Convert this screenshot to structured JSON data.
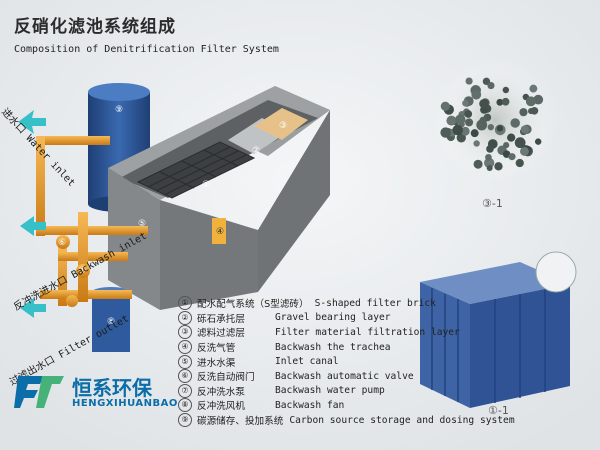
{
  "title_cn": "反硝化滤池系统组成",
  "title_en": "Composition of Denitrification Filter System",
  "callouts": {
    "pipe_top_cn": "进水口",
    "pipe_top_en": "Water inlet",
    "backwash_inlet_cn": "反冲洗进水口",
    "backwash_inlet_en": "Backwash inlet",
    "filter_outlet_cn": "过滤出水口",
    "filter_outlet_en": "Filter outlet"
  },
  "diagram_numbers": [
    "①",
    "②",
    "③",
    "④",
    "⑤",
    "⑥",
    "⑦",
    "⑧",
    "⑨"
  ],
  "legend": [
    {
      "num": "①",
      "cn": "配水配气系统（S型滤砖）",
      "en": "S-shaped filter brick"
    },
    {
      "num": "②",
      "cn": "砾石承托层",
      "en": "Gravel bearing layer"
    },
    {
      "num": "③",
      "cn": "滤料过滤层",
      "en": "Filter material filtration layer"
    },
    {
      "num": "④",
      "cn": "反洗气管",
      "en": "Backwash the trachea"
    },
    {
      "num": "⑤",
      "cn": "进水水渠",
      "en": "Inlet canal"
    },
    {
      "num": "⑥",
      "cn": "反洗自动阀门",
      "en": "Backwash automatic valve"
    },
    {
      "num": "⑦",
      "cn": "反冲洗水泵",
      "en": "Backwash water pump"
    },
    {
      "num": "⑧",
      "cn": "反冲洗风机",
      "en": "Backwash fan"
    },
    {
      "num": "⑨",
      "cn": "碳源储存、投加系统",
      "en": "Carbon source storage and dosing system"
    }
  ],
  "inset_labels": {
    "media": "③-1",
    "brick": "①-1"
  },
  "logo": {
    "cn": "恒系环保",
    "en": "HENGXIHUANBAO"
  },
  "colors": {
    "tank": "#2f5b9e",
    "pipe": "#e89a2c",
    "concrete": "#7b7f82",
    "logo": "#0b6ea8"
  }
}
